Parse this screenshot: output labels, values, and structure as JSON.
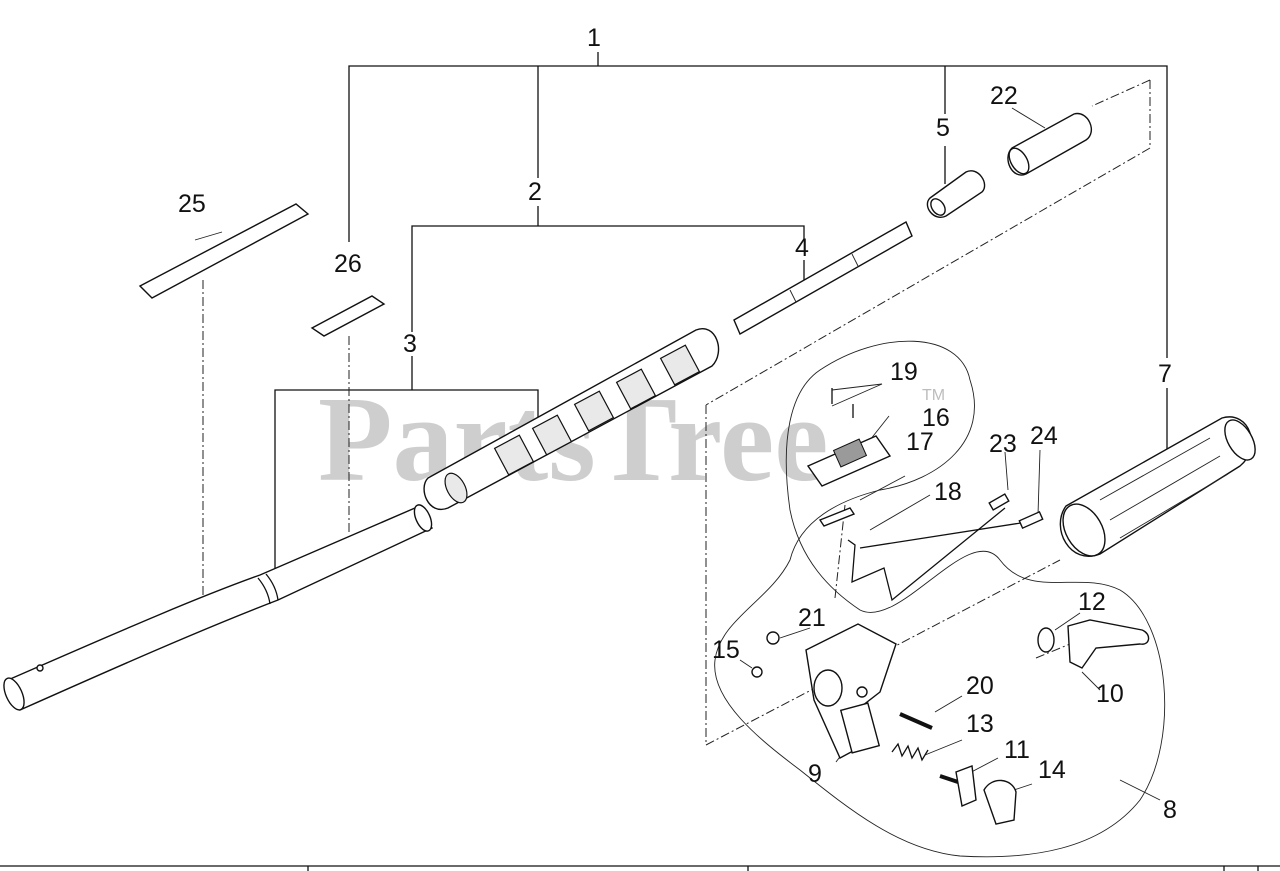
{
  "watermark": {
    "text": "PartsTree",
    "trademark": "TM"
  },
  "callouts": {
    "c1": "1",
    "c2": "2",
    "c3": "3",
    "c4": "4",
    "c5": "5",
    "c7": "7",
    "c8": "8",
    "c9": "9",
    "c10": "10",
    "c11": "11",
    "c12": "12",
    "c13": "13",
    "c14": "14",
    "c15": "15",
    "c16": "16",
    "c17": "17",
    "c18": "18",
    "c19": "19",
    "c20": "20",
    "c21": "21",
    "c22": "22",
    "c23": "23",
    "c24": "24",
    "c25": "25",
    "c26": "26"
  }
}
